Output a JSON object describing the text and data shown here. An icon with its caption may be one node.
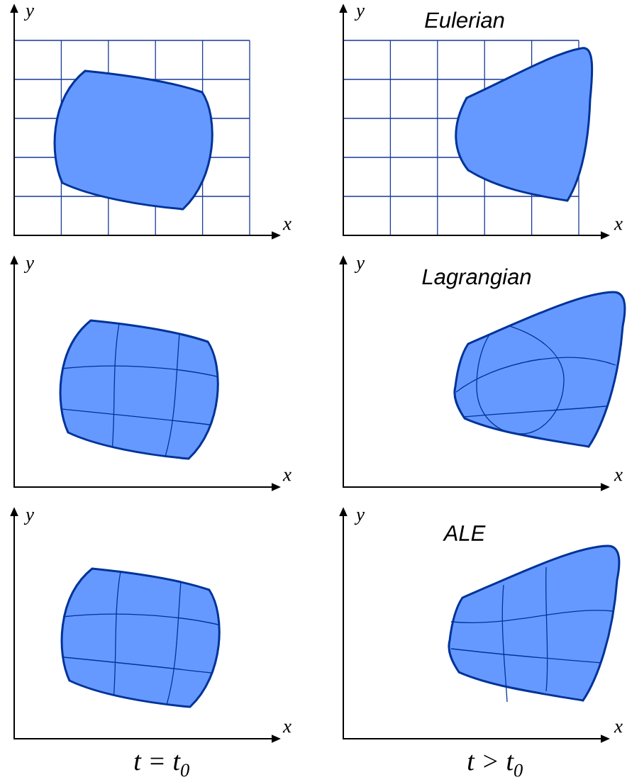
{
  "diagram": {
    "labels": [
      "y",
      "y",
      "Eulerian",
      "x",
      "x",
      "y",
      "y",
      "Lagrangian",
      "x",
      "x",
      "y",
      "y",
      "ALE",
      "x",
      "x",
      "t = t$_{0}$",
      "t > t$_{0}$"
    ]
  }
}
